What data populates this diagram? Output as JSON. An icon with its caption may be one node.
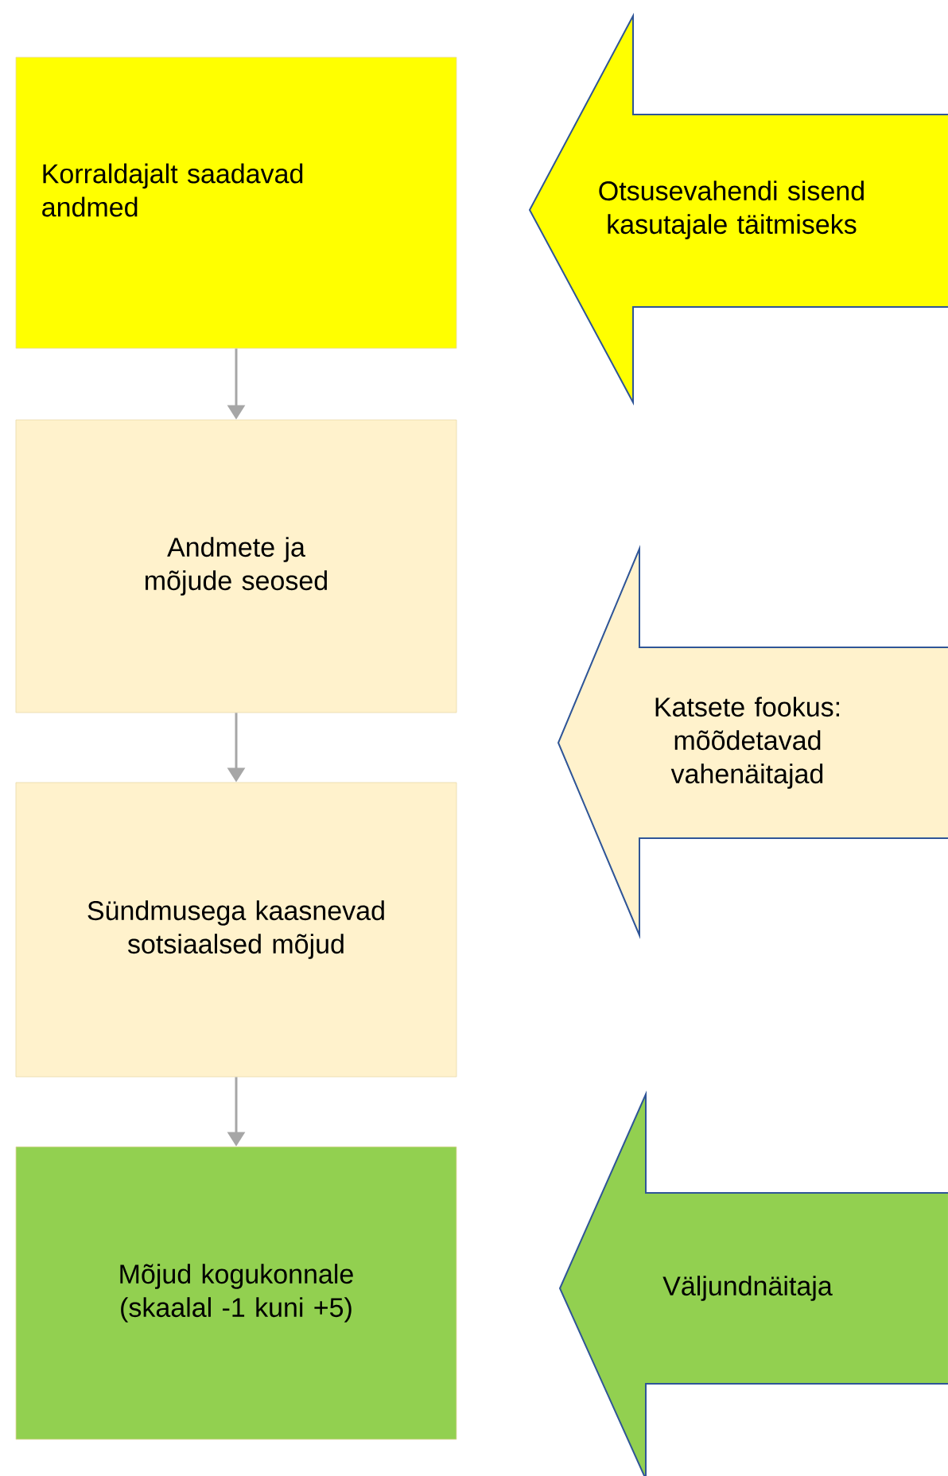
{
  "diagram": {
    "nodes": [
      {
        "text": [
          "Korraldajalt saadavad andmed"
        ]
      },
      {
        "text": [
          "Andmete ja mõjude seosed"
        ]
      },
      {
        "text": [
          "Sündmusega kaasnevad sotsiaalsed mõjud"
        ]
      },
      {
        "text": [
          "Mõjud kogukonnale (skaalal -1 kuni +5)"
        ]
      },
      {
        "text": [
          "Otsusevahendi sisend kasutajale täitmiseks"
        ]
      },
      {
        "text": [
          "Katsete fookus: mõõdetavad vahenäitajad"
        ]
      },
      {
        "text": [
          "Väljundnäitaja"
        ]
      }
    ],
    "edges": [
      {
        "from": 0,
        "to": 1,
        "arrow": "to"
      },
      {
        "from": 1,
        "to": 2,
        "arrow": "to"
      },
      {
        "from": 2,
        "to": 3,
        "arrow": "to"
      }
    ]
  }
}
